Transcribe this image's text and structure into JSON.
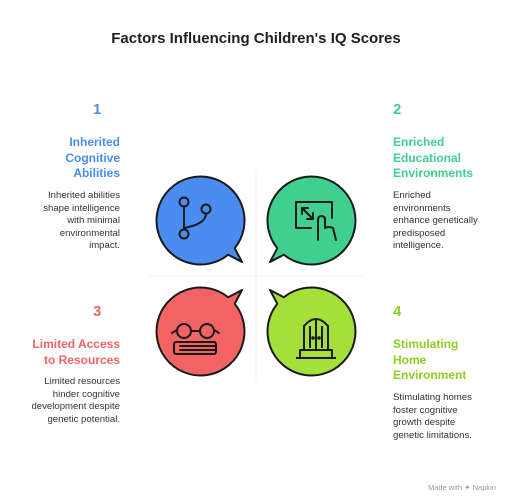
{
  "title": "Factors Influencing Children's IQ Scores",
  "colors": {
    "blue": "#4a8cf0",
    "green": "#3fcf8e",
    "red": "#f26464",
    "lime": "#a6de3a"
  },
  "factors": [
    {
      "number": "1",
      "heading_lines": [
        "Inherited",
        "Cognitive",
        "Abilities"
      ],
      "description_lines": [
        "Inherited abilities",
        "shape intelligence",
        "with minimal",
        "environmental",
        "impact."
      ],
      "icon": "branch-icon"
    },
    {
      "number": "2",
      "heading_lines": [
        "Enriched",
        "Educational",
        "Environments"
      ],
      "description_lines": [
        "Enriched",
        "environments",
        "enhance genetically",
        "predisposed",
        "intelligence."
      ],
      "icon": "touch-resize-icon"
    },
    {
      "number": "3",
      "heading_lines": [
        "Limited Access",
        "to Resources"
      ],
      "description_lines": [
        "Limited resources",
        "hinder cognitive",
        "development despite",
        "genetic potential."
      ],
      "icon": "glasses-books-icon"
    },
    {
      "number": "4",
      "heading_lines": [
        "Stimulating",
        "Home",
        "Environment"
      ],
      "description_lines": [
        "Stimulating homes",
        "foster cognitive",
        "growth despite",
        "genetic limitations."
      ],
      "icon": "home-door-icon"
    }
  ],
  "footer": "Made with ✦ Napkin"
}
